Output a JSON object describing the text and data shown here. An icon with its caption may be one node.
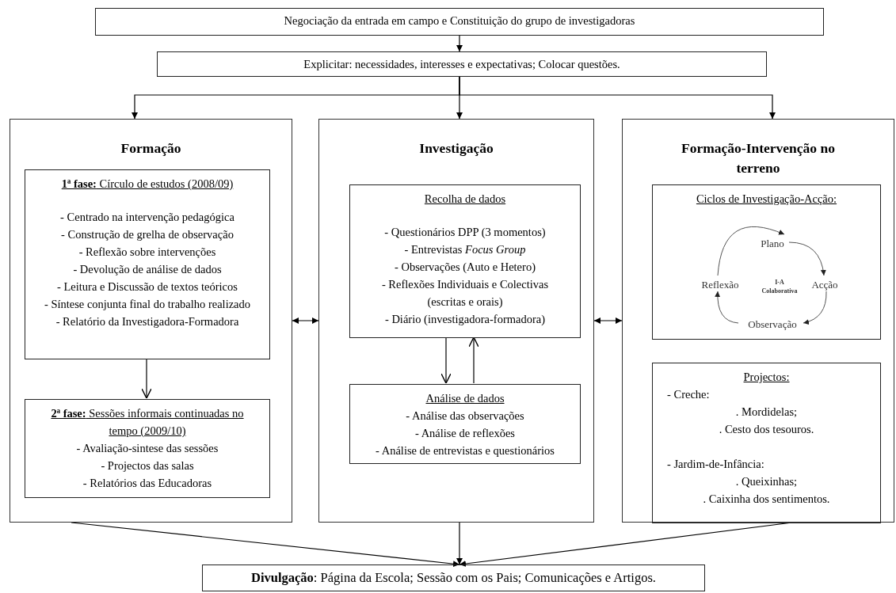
{
  "diagram": {
    "nodes": [
      {
        "text": [
          "Negociação da entrada em campo e Constituição do grupo de investigadoras"
        ]
      },
      {
        "text": [
          "Explicitar: necessidades, interesses e expectativas; Colocar questões."
        ]
      },
      {
        "text": [
          "Formação"
        ]
      },
      {
        "text": [
          "**1ª fase:** Círculo de estudos (2008/09)",
          "- Centrado na intervenção pedagógica",
          "- Construção de grelha de observação",
          "- Reflexão sobre intervenções",
          "- Devolução de análise de dados",
          "- Leitura e Discussão de textos teóricos",
          "- Síntese conjunta final do trabalho realizado",
          "- Relatório da Investigadora-Formadora"
        ],
        "in": 2
      },
      {
        "text": [
          "**2ª fase:** Sessões informais continuadas no tempo (2009/10)",
          "- Avaliação-sintese das sessões",
          "- Projectos das salas",
          "- Relatórios das Educadoras"
        ],
        "in": 2
      },
      {
        "text": [
          "Investigação"
        ]
      },
      {
        "text": [
          "Recolha de dados",
          "- Questionários DPP (3 momentos)",
          "- Entrevistas *Focus Group*",
          "- Observações (Auto e Hetero)",
          "- Reflexões Individuais e Colectivas (escritas e orais)",
          "- Diário (investigadora-formadora)"
        ],
        "in": 5
      },
      {
        "text": [
          "Análise de dados",
          "- Análise das observações",
          "- Análise de reflexões",
          "- Análise de entrevistas e questionários"
        ],
        "in": 5
      },
      {
        "text": [
          "Formação-Intervenção no terreno"
        ]
      },
      {
        "text": [
          "Ciclos de Investigação-Acção:"
        ],
        "in": 8
      },
      {
        "text": [
          "Plano"
        ],
        "in": 9
      },
      {
        "text": [
          "Acção"
        ],
        "in": 9
      },
      {
        "text": [
          "Observação"
        ],
        "in": 9
      },
      {
        "text": [
          "Reflexão"
        ],
        "in": 9
      },
      {
        "text": [
          "Projectos:",
          "- Creche:",
          ". Mordidelas;",
          ". Cesto dos tesouros.",
          "- Jardim-de-Infância:",
          ". Queixinhas;",
          ". Caixinha dos sentimentos."
        ],
        "in": 8
      },
      {
        "text": [
          "**Divulgação**: Página da Escola; Sessão com os Pais; Comunicações e Artigos."
        ]
      }
    ],
    "edges": [
      {
        "from": 0,
        "to": 1,
        "arrow": "to"
      },
      {
        "from": 1,
        "to": 2,
        "arrow": "to"
      },
      {
        "from": 1,
        "to": 5,
        "arrow": "to"
      },
      {
        "from": 1,
        "to": 8,
        "arrow": "to"
      },
      {
        "from": 3,
        "to": 4,
        "arrow": "to"
      },
      {
        "from": 2,
        "to": 5,
        "arrow": "both"
      },
      {
        "from": 5,
        "to": 8,
        "arrow": "both"
      },
      {
        "from": 6,
        "to": 7,
        "arrow": "to"
      },
      {
        "from": 7,
        "to": 6,
        "arrow": "to"
      },
      {
        "from": 2,
        "to": 15,
        "arrow": "to"
      },
      {
        "from": 5,
        "to": 15,
        "arrow": "to"
      },
      {
        "from": 8,
        "to": 15,
        "arrow": "to"
      },
      {
        "from": 13,
        "to": 10,
        "arrow": "to"
      },
      {
        "from": 10,
        "to": 11,
        "arrow": "to"
      },
      {
        "from": 11,
        "to": 12,
        "arrow": "to"
      },
      {
        "from": 12,
        "to": 13,
        "arrow": "to"
      }
    ],
    "labels": [
      "I-A Colaborativa"
    ]
  }
}
